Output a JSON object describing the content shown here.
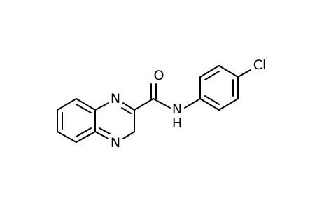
{
  "molecule": {
    "atoms": {
      "n1": "N",
      "n4": "N",
      "carbonyl_o": "O",
      "amide_n": "N",
      "amide_h": "H",
      "cl": "Cl"
    }
  }
}
